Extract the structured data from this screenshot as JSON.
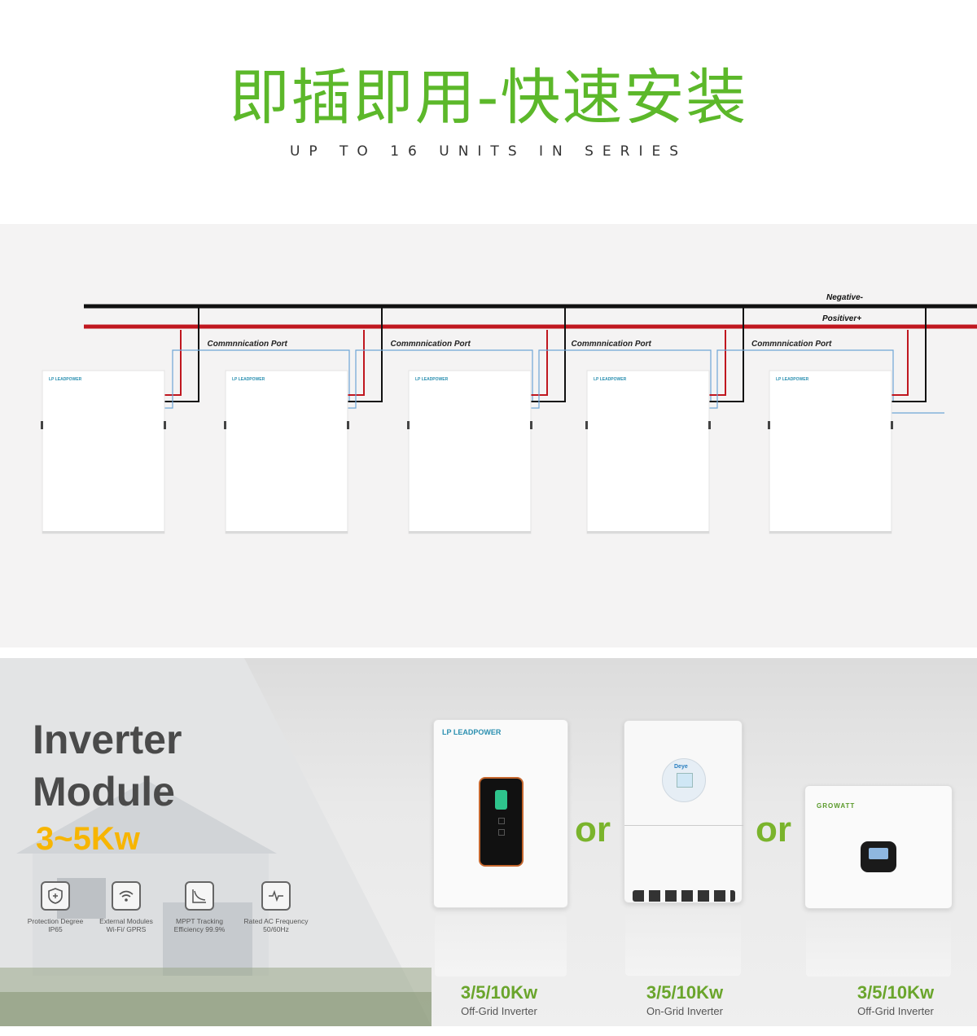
{
  "hero": {
    "title": "即插即用-快速安装",
    "subtitle": "UP TO 16 UNITS IN SERIES"
  },
  "wiring": {
    "negative_label": "Negative-",
    "positive_label": "Positiver+",
    "port_label": "Commnnication Port",
    "battery_brand": "LP LEADPOWER",
    "battery_count": 5,
    "colors": {
      "negative": "#111111",
      "positive": "#c0171f",
      "comm": "#6ea6d6"
    }
  },
  "inverter": {
    "title_line1": "Inverter",
    "title_line2": "Module",
    "power": "3~5Kw",
    "features": [
      {
        "icon": "shield-icon",
        "line1": "Protection  Degree",
        "line2": "IP65"
      },
      {
        "icon": "wifi-icon",
        "line1": "External Modules",
        "line2": "Wi-Fi/ GPRS"
      },
      {
        "icon": "curve-chart-icon",
        "line1": "MPPT Tracking",
        "line2": "Efficiency 99.9%"
      },
      {
        "icon": "waveform-icon",
        "line1": "Rated AC Frequency",
        "line2": "50/60Hz"
      }
    ],
    "or_text": "or",
    "products": [
      {
        "power": "3/5/10Kw",
        "type": "Off-Grid  Inverter",
        "brand": "LP LEADPOWER"
      },
      {
        "power": "3/5/10Kw",
        "type": "On-Grid  Inverter",
        "brand": "Deye"
      },
      {
        "power": "3/5/10Kw",
        "type": "Off-Grid  Inverter",
        "brand": "GROWATT"
      }
    ]
  }
}
